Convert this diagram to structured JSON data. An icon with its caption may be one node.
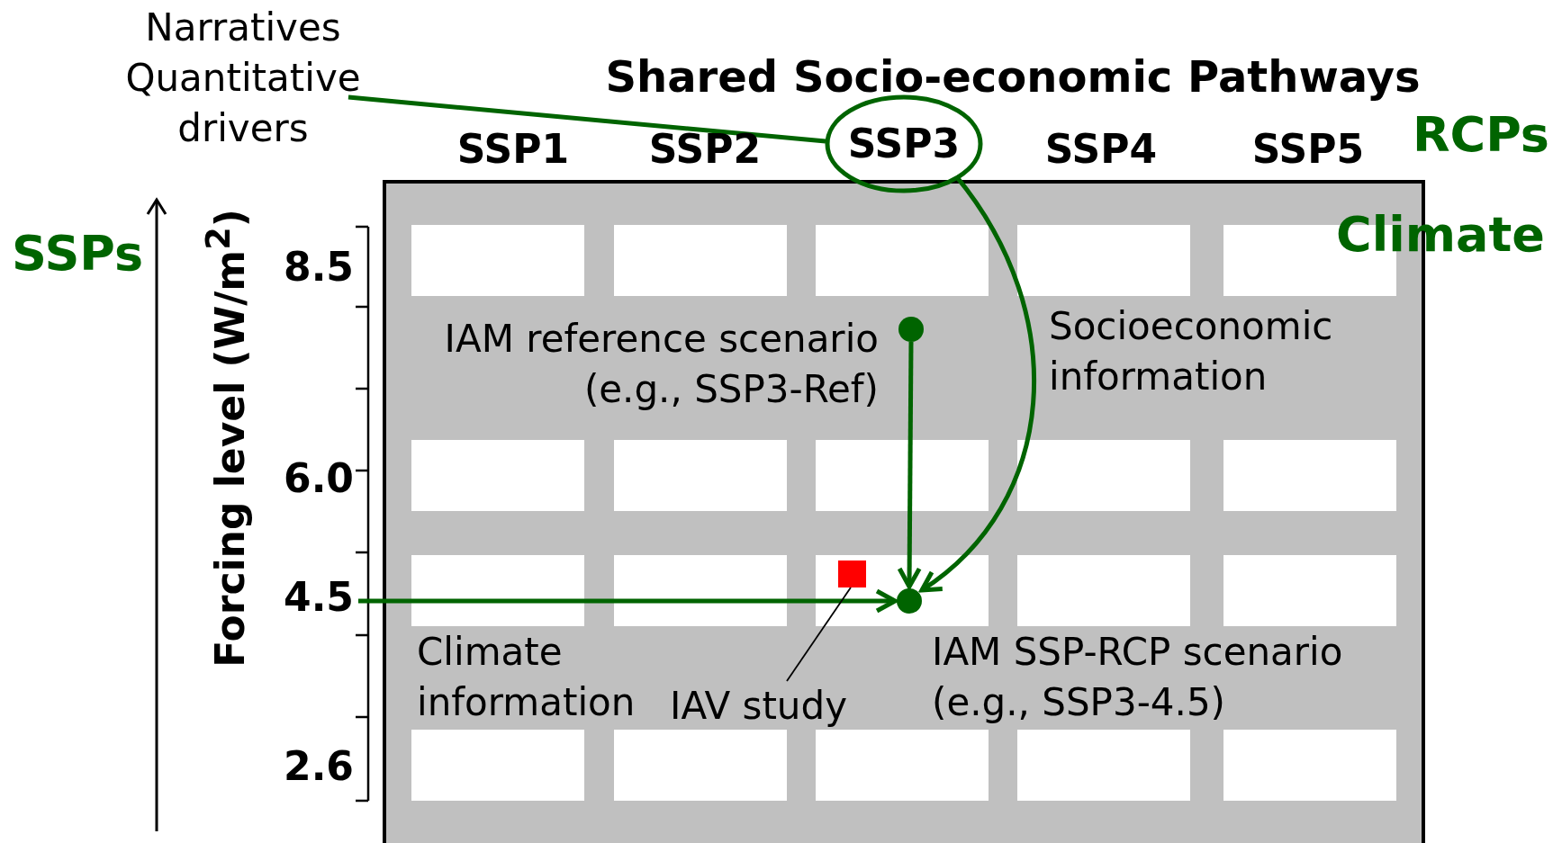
{
  "diagram": {
    "title": "Shared Socio-economic Pathways",
    "nodes": [
      {
        "text": [
          "Narratives Quantitative drivers"
        ]
      },
      {
        "text": [
          "SSP3"
        ]
      },
      {
        "text": [],
        "shape": "circle",
        "beside": [
          "IAM reference scenario (e.g., SSP3-Ref)"
        ]
      },
      {
        "text": [],
        "shape": "circle",
        "beside": [
          "IAM SSP-RCP scenario (e.g., SSP3-4.5)"
        ]
      },
      {
        "text": [
          "4.5"
        ]
      },
      {
        "text": [],
        "shape": "box"
      },
      {
        "text": [
          "IAV study"
        ]
      }
    ],
    "edges": [
      {
        "from": 0,
        "to": 1,
        "arrow": "none"
      },
      {
        "from": 1,
        "to": 3,
        "arrow": "to",
        "label": "Socioeconomic information"
      },
      {
        "from": 2,
        "to": 3,
        "arrow": "to"
      },
      {
        "from": 4,
        "to": 3,
        "arrow": "to",
        "label": "Climate information"
      },
      {
        "from": 6,
        "to": 5,
        "arrow": "none",
        "color": "#000000"
      }
    ],
    "labels": [
      "SSP1",
      "SSP2",
      "SSP4",
      "SSP5",
      "RCPs",
      "Climate",
      "SSPs",
      "Forcing level (W/m$^{2}$)",
      "8.5",
      "6.0",
      "2.6"
    ]
  }
}
